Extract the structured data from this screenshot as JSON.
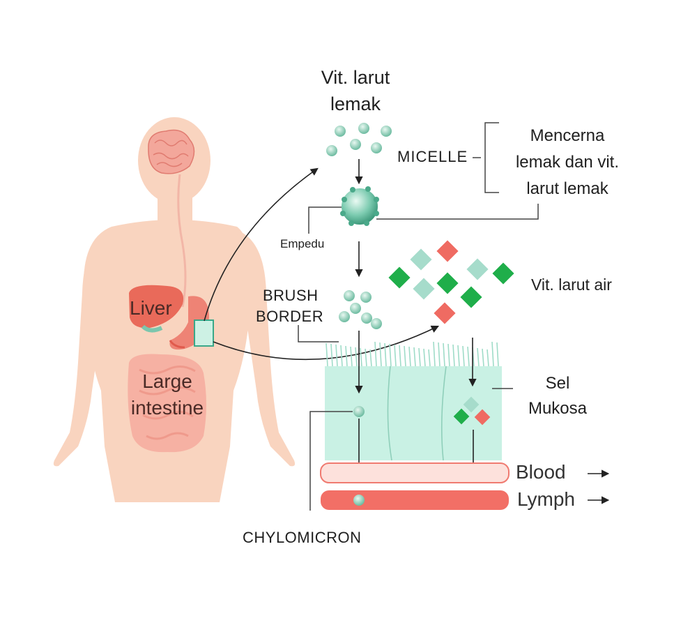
{
  "labels": {
    "vit_fat_soluble": [
      "Vit. larut",
      "lemak"
    ],
    "micelle": "MICELLE",
    "micelle_desc": [
      "Mencerna",
      "lemak dan vit.",
      "larut lemak"
    ],
    "bile": "Empedu",
    "brush_border": [
      "BRUSH",
      "BORDER"
    ],
    "vit_water_soluble": "Vit. larut air",
    "mucosa_cell": [
      "Sel",
      "Mukosa"
    ],
    "blood": "Blood",
    "lymph": "Lymph",
    "chylomicron": "CHYLOMICRON",
    "liver": "Liver",
    "large_intestine": [
      "Large",
      "intestine"
    ]
  },
  "colors": {
    "body": "#f9d4bf",
    "organ": "#e96a5a",
    "teal_particle": "#7cc6ad",
    "green_diamond": "#1fae4a",
    "red_diamond": "#ef6b62",
    "mucosa": "#c9f1e4",
    "blood_vessel": "#fde1dc",
    "lymph_vessel": "#f26f66"
  }
}
